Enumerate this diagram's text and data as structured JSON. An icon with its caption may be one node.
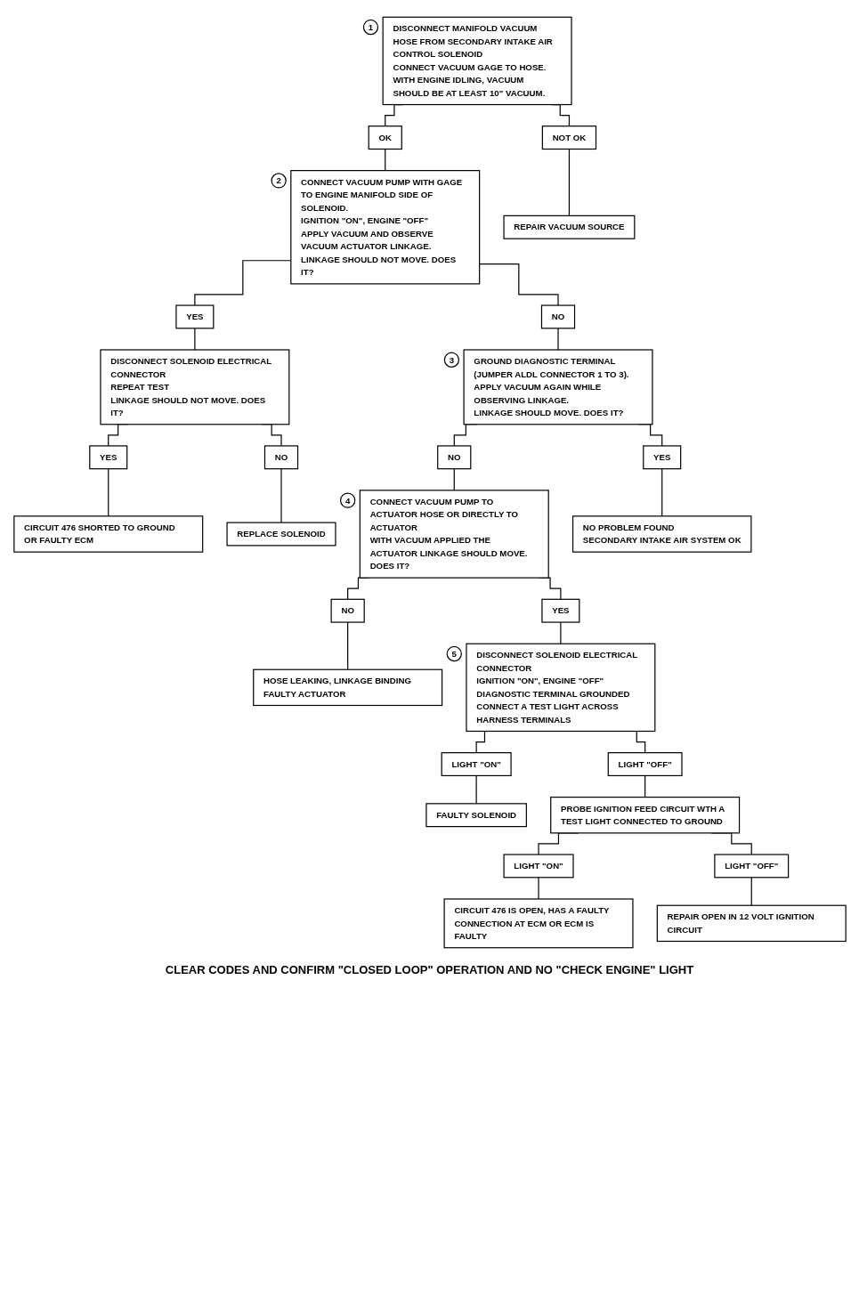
{
  "diagram": {
    "nodes": [
      {
        "text": [
          "DISCONNECT MANIFOLD VACUUM HOSE FROM SECONDARY INTAKE AIR CONTROL SOLENOID",
          "CONNECT VACUUM GAGE TO HOSE.",
          "WITH ENGINE IDLING, VACUUM SHOULD BE AT LEAST 10\" VACUUM."
        ],
        "beside": [
          "1"
        ]
      },
      {
        "text": [
          "OK"
        ]
      },
      {
        "text": [
          "NOT OK"
        ]
      },
      {
        "text": [
          "CONNECT VACUUM PUMP WITH GAGE TO ENGINE MANIFOLD SIDE OF SOLENOID.",
          "IGNITION \"ON\", ENGINE \"OFF\"",
          "APPLY VACUUM AND OBSERVE VACUUM ACTUATOR LINKAGE.",
          "LINKAGE SHOULD NOT MOVE. DOES IT?"
        ],
        "beside": [
          "2"
        ]
      },
      {
        "text": [
          "REPAIR VACUUM SOURCE"
        ]
      },
      {
        "text": [
          "NO"
        ]
      },
      {
        "text": [
          "YES"
        ]
      },
      {
        "text": [
          "GROUND DIAGNOSTIC TERMINAL (JUMPER ALDL CONNECTOR 1 TO 3).",
          "APPLY VACUUM AGAIN WHILE OBSERVING LINKAGE.",
          "LINKAGE SHOULD MOVE. DOES IT?"
        ],
        "beside": [
          "3"
        ]
      },
      {
        "text": [
          "DISCONNECT SOLENOID ELECTRICAL CONNECTOR",
          "REPEAT TEST",
          "LINKAGE SHOULD NOT MOVE. DOES IT?"
        ]
      },
      {
        "text": [
          "YES"
        ]
      },
      {
        "text": [
          "NO"
        ]
      },
      {
        "text": [
          "NO"
        ]
      },
      {
        "text": [
          "YES"
        ]
      },
      {
        "text": [
          "CIRCUIT 476 SHORTED TO GROUND OR FAULTY ECM"
        ]
      },
      {
        "text": [
          "REPLACE SOLENOID"
        ]
      },
      {
        "text": [
          "CONNECT VACUUM PUMP TO ACTUATOR HOSE OR DIRECTLY TO ACTUATOR",
          "WITH VACUUM APPLIED THE ACTUATOR LINKAGE SHOULD MOVE. DOES IT?"
        ],
        "beside": [
          "4"
        ]
      },
      {
        "text": [
          "NO PROBLEM FOUND",
          "SECONDARY INTAKE AIR SYSTEM OK"
        ]
      },
      {
        "text": [
          "NO"
        ]
      },
      {
        "text": [
          "YES"
        ]
      },
      {
        "text": [
          "HOSE LEAKING, LINKAGE BINDING FAULTY ACTUATOR"
        ]
      },
      {
        "text": [
          "DISCONNECT SOLENOID ELECTRICAL CONNECTOR",
          "IGNITION \"ON\", ENGINE \"OFF\"",
          "DIAGNOSTIC TERMINAL GROUNDED",
          "CONNECT A TEST LIGHT ACROSS HARNESS TERMINALS"
        ],
        "beside": [
          "5"
        ]
      },
      {
        "text": [
          "LIGHT \"ON\""
        ]
      },
      {
        "text": [
          "LIGHT \"OFF\""
        ]
      },
      {
        "text": [
          "FAULTY SOLENOID"
        ]
      },
      {
        "text": [
          "PROBE IGNITION FEED CIRCUIT WTH A TEST LIGHT CONNECTED TO GROUND"
        ]
      },
      {
        "text": [
          "LIGHT \"ON\""
        ]
      },
      {
        "text": [
          "LIGHT \"OFF\""
        ]
      },
      {
        "text": [
          "CIRCUIT 476 IS OPEN, HAS A FAULTY CONNECTION AT ECM OR ECM IS FAULTY"
        ]
      },
      {
        "text": [
          "REPAIR OPEN IN 12 VOLT IGNITION CIRCUIT"
        ]
      }
    ],
    "edges": [
      {
        "from": 0,
        "to": 1,
        "arrow": "none"
      },
      {
        "from": 0,
        "to": 2,
        "arrow": "none"
      },
      {
        "from": 1,
        "to": 3,
        "arrow": "none"
      },
      {
        "from": 2,
        "to": 4,
        "arrow": "none"
      },
      {
        "from": 3,
        "to": 5,
        "arrow": "none"
      },
      {
        "from": 3,
        "to": 6,
        "arrow": "none"
      },
      {
        "from": 5,
        "to": 7,
        "arrow": "none"
      },
      {
        "from": 6,
        "to": 8,
        "arrow": "none"
      },
      {
        "from": 8,
        "to": 9,
        "arrow": "none"
      },
      {
        "from": 8,
        "to": 10,
        "arrow": "none"
      },
      {
        "from": 9,
        "to": 13,
        "arrow": "none"
      },
      {
        "from": 10,
        "to": 14,
        "arrow": "none"
      },
      {
        "from": 7,
        "to": 11,
        "arrow": "none"
      },
      {
        "from": 7,
        "to": 12,
        "arrow": "none"
      },
      {
        "from": 11,
        "to": 15,
        "arrow": "none"
      },
      {
        "from": 12,
        "to": 16,
        "arrow": "none"
      },
      {
        "from": 15,
        "to": 17,
        "arrow": "none"
      },
      {
        "from": 15,
        "to": 18,
        "arrow": "none"
      },
      {
        "from": 17,
        "to": 19,
        "arrow": "none"
      },
      {
        "from": 18,
        "to": 20,
        "arrow": "none"
      },
      {
        "from": 20,
        "to": 21,
        "arrow": "none"
      },
      {
        "from": 20,
        "to": 22,
        "arrow": "none"
      },
      {
        "from": 21,
        "to": 23,
        "arrow": "none"
      },
      {
        "from": 22,
        "to": 24,
        "arrow": "none"
      },
      {
        "from": 24,
        "to": 25,
        "arrow": "none"
      },
      {
        "from": 24,
        "to": 26,
        "arrow": "none"
      },
      {
        "from": 25,
        "to": 27,
        "arrow": "none"
      },
      {
        "from": 26,
        "to": 28,
        "arrow": "none"
      }
    ],
    "labels": [
      "CLEAR CODES AND CONFIRM \"CLOSED LOOP\" OPERATION AND NO \"CHECK ENGINE\" LIGHT"
    ]
  }
}
